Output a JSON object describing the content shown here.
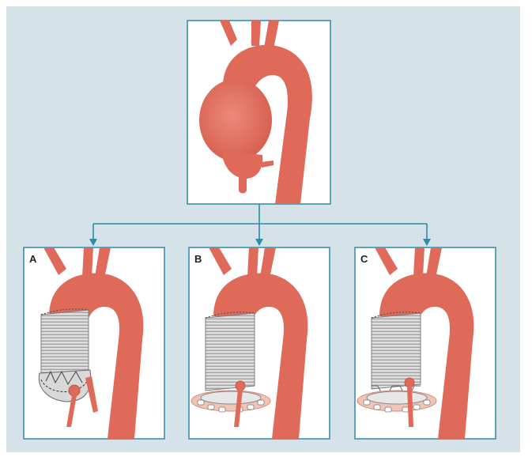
{
  "diagram": {
    "panel_labels": {
      "a": "A",
      "b": "B",
      "c": "C"
    },
    "colors": {
      "background": "#d5e3e8",
      "panel_border": "#2f8aa6",
      "connector": "#2f8aa6",
      "artery": "#e06a59",
      "artery_shadow": "#c95444",
      "graft": "#dcdcdc",
      "graft_stripe": "#a8a8a8",
      "suture_ring": "#f2c4b6"
    },
    "icons": [
      "aneurysm-illustration",
      "graft-repair-illustration"
    ]
  }
}
